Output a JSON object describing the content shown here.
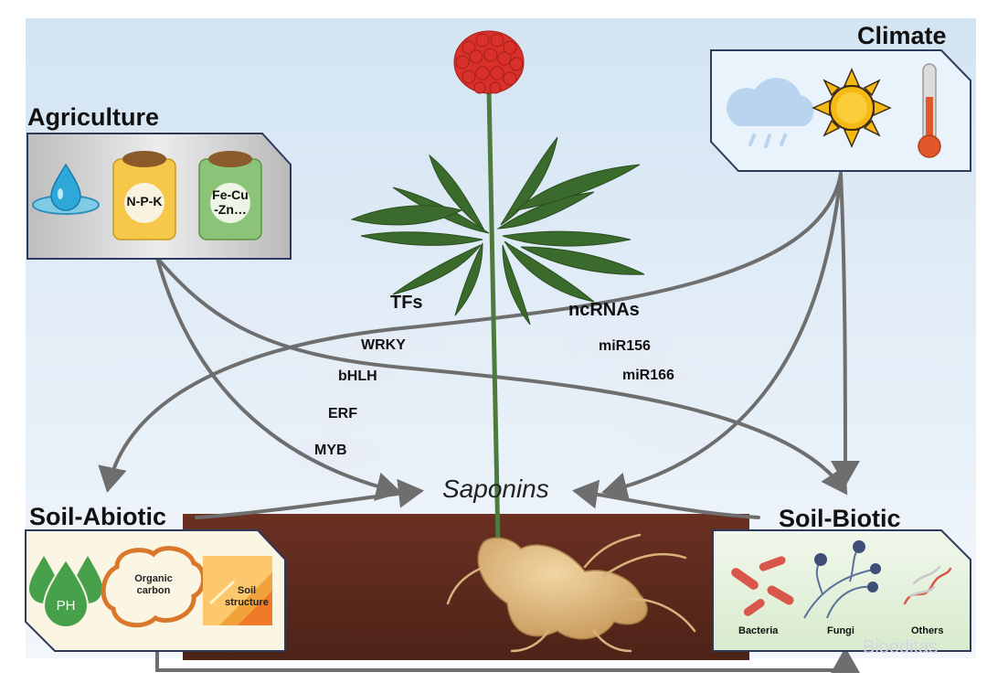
{
  "groups": {
    "agriculture": "Agriculture",
    "climate": "Climate",
    "soil_abiotic": "Soil-Abiotic",
    "soil_biotic": "Soil-Biotic"
  },
  "agriculture_items": {
    "fertilizer_1": "N-P-K",
    "fertilizer_2_line1": "Fe-Cu",
    "fertilizer_2_line2": "-Zn…"
  },
  "abiotic_items": {
    "ph": "PH",
    "organic_line1": "Organic",
    "organic_line2": "carbon",
    "soil_line1": "Soil",
    "soil_line2": "structure"
  },
  "biotic_items": {
    "bacteria": "Bacteria",
    "fungi": "Fungi",
    "others": "Others"
  },
  "regulators": {
    "tfs_title": "TFs",
    "tfs": [
      "WRKY",
      "bHLH",
      "ERF",
      "MYB"
    ],
    "ncrnas_title": "ncRNAs",
    "ncrnas": [
      "miR156",
      "miR166"
    ]
  },
  "center": "Saponins",
  "watermark": "Bioeditas",
  "colors": {
    "arrow": "#6e6e6e",
    "panel_border": "#2d3a5c",
    "soil": "#5e2a1c",
    "berry": "#d9302a",
    "leaf": "#3b6b2c",
    "sun": "#f5b916",
    "thermo": "#e0582a"
  },
  "icons": [
    "water-drop-icon",
    "fertilizer-bag-icon",
    "cloud-rain-icon",
    "sun-icon",
    "thermometer-icon",
    "ph-drop-icon",
    "organic-carbon-icon",
    "soil-structure-icon",
    "bacteria-icon",
    "fungi-icon",
    "others-icon",
    "ginseng-root-icon",
    "ginseng-plant-icon"
  ]
}
